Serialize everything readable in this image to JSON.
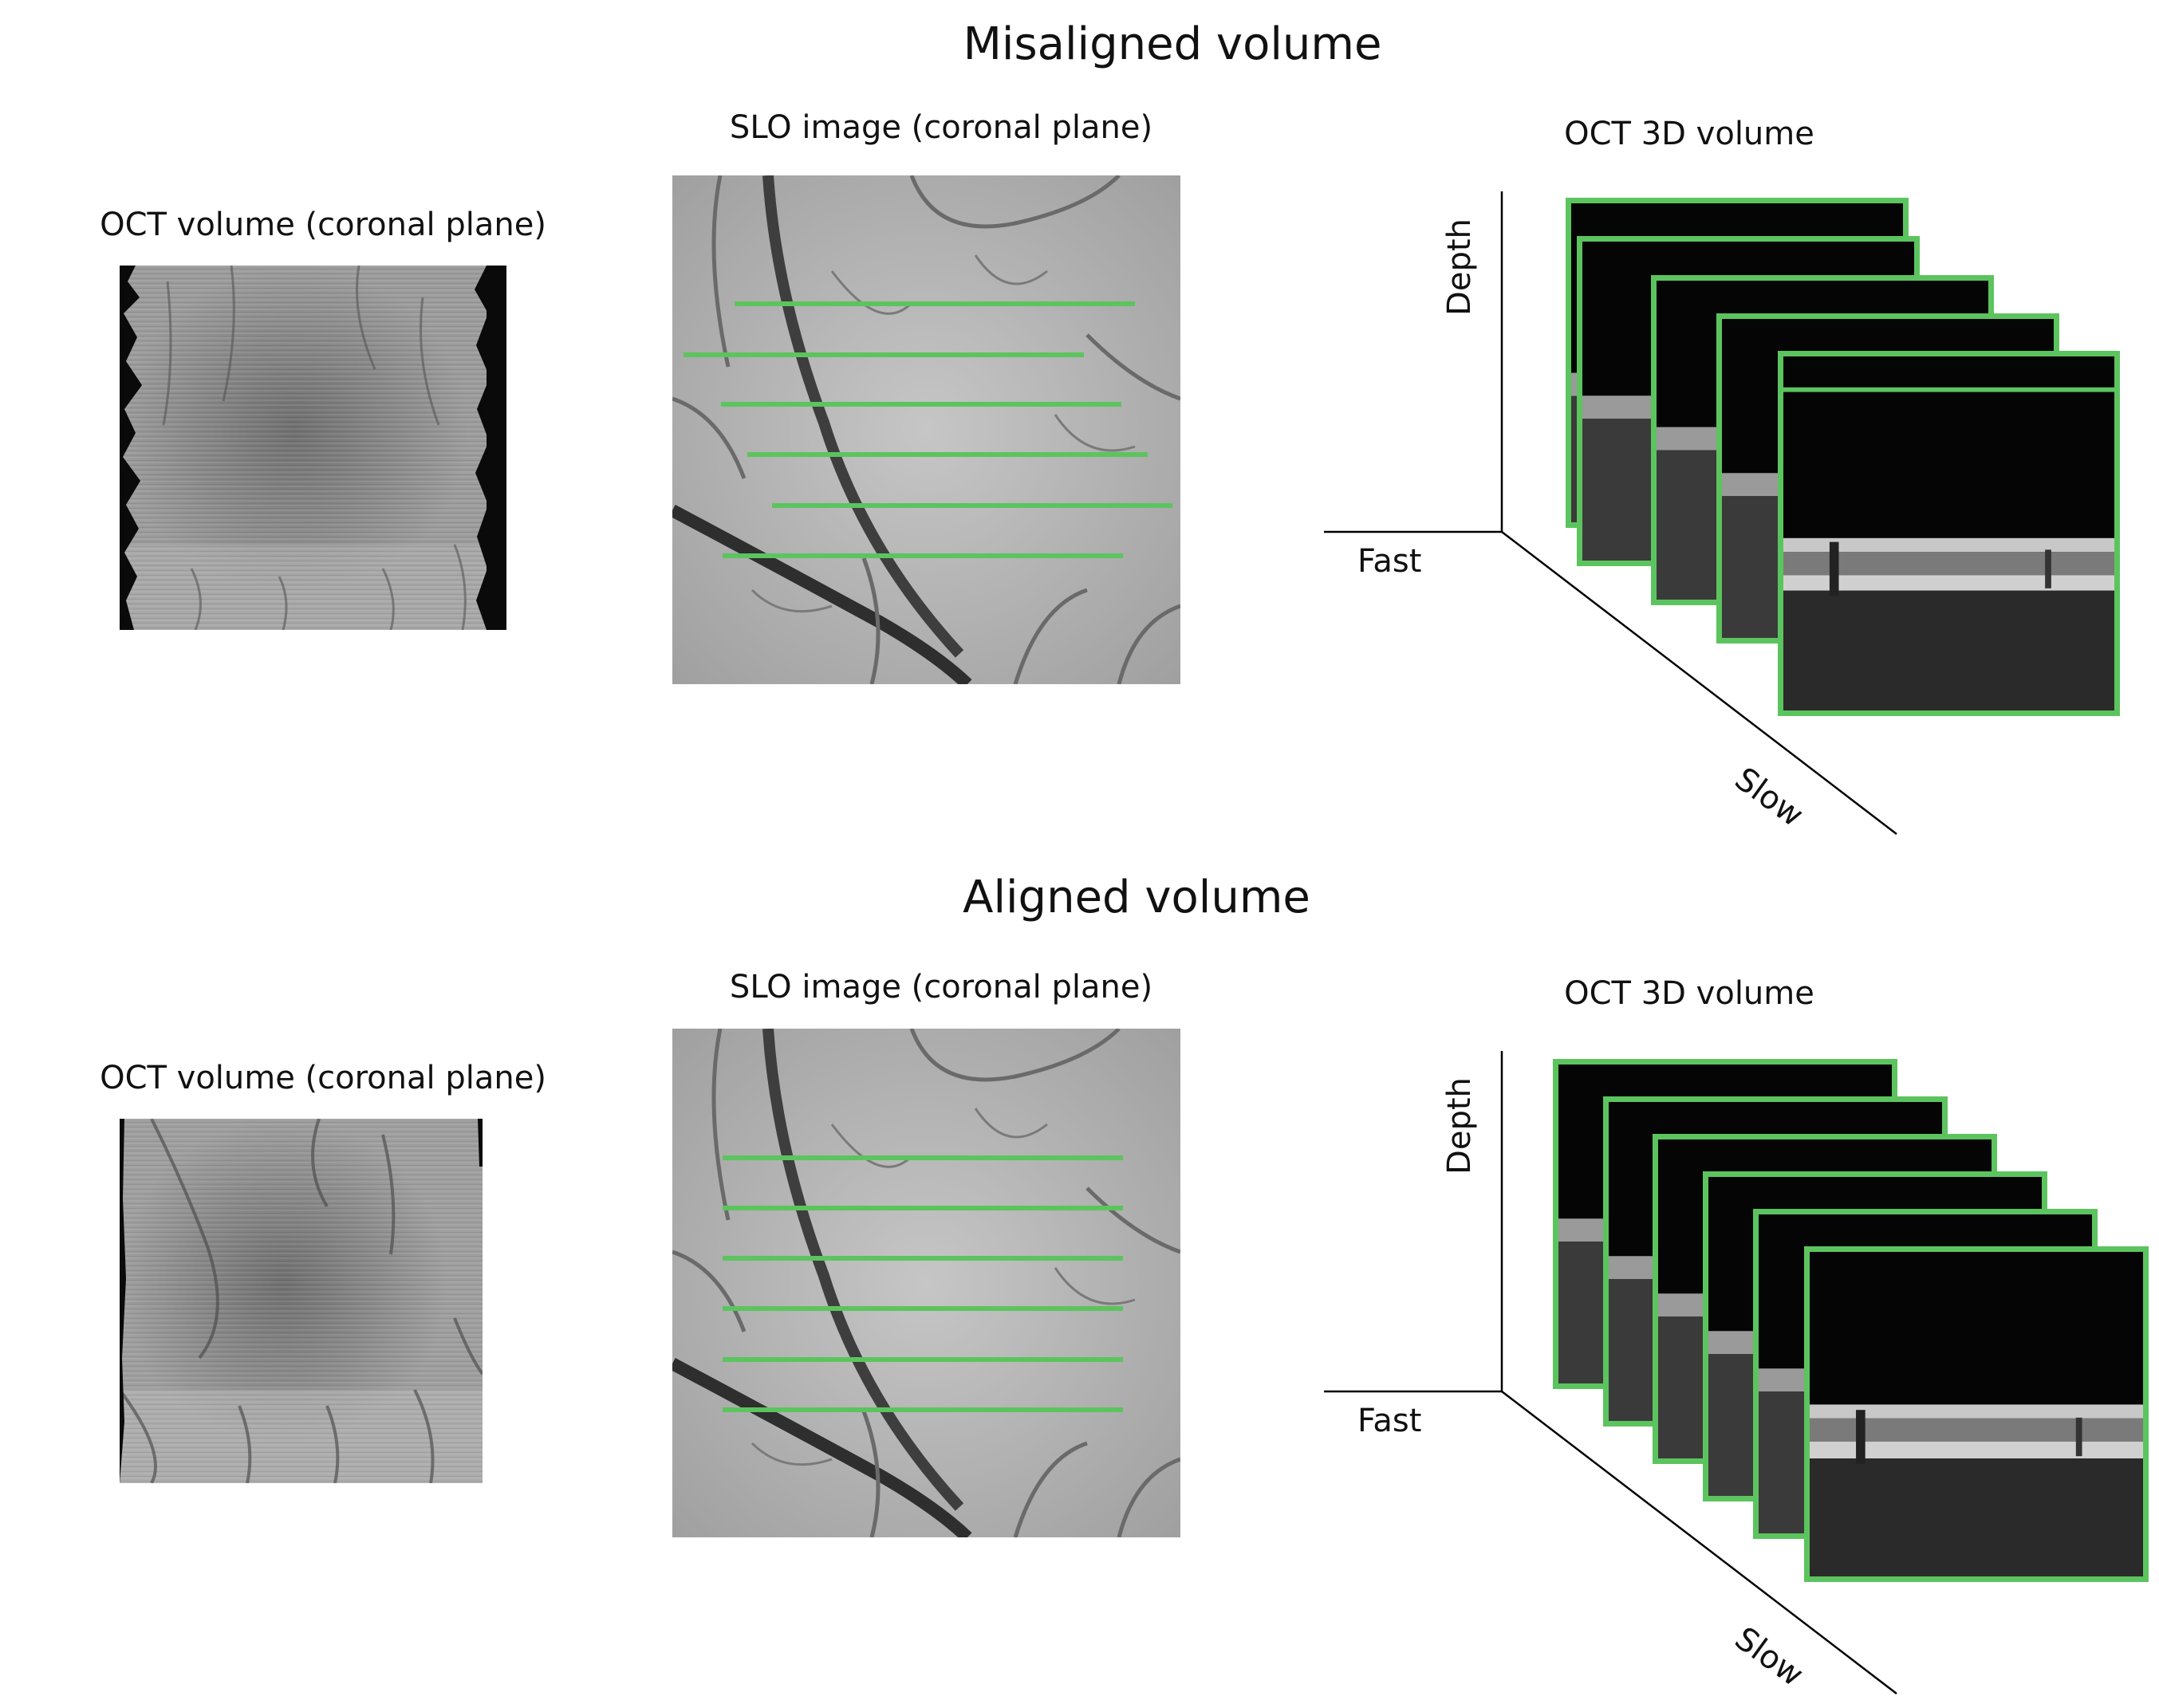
{
  "accent_color": "#5cc45e",
  "sections": [
    {
      "title": "Misaligned volume",
      "oct_title": "OCT volume (coronal plane)",
      "slo_title": "SLO image (coronal plane)",
      "vol_title": "OCT 3D volume",
      "axes": {
        "depth": "Depth",
        "fast": "Fast",
        "slow": "Slow"
      }
    },
    {
      "title": "Aligned volume",
      "oct_title": "OCT volume (coronal plane)",
      "slo_title": "SLO image (coronal plane)",
      "vol_title": "OCT 3D volume",
      "axes": {
        "depth": "Depth",
        "fast": "Fast",
        "slow": "Slow"
      }
    }
  ],
  "icons": {
    "oct_enface": "retina-enface-image",
    "slo": "fundus-image",
    "bscan": "oct-bscan-image"
  }
}
